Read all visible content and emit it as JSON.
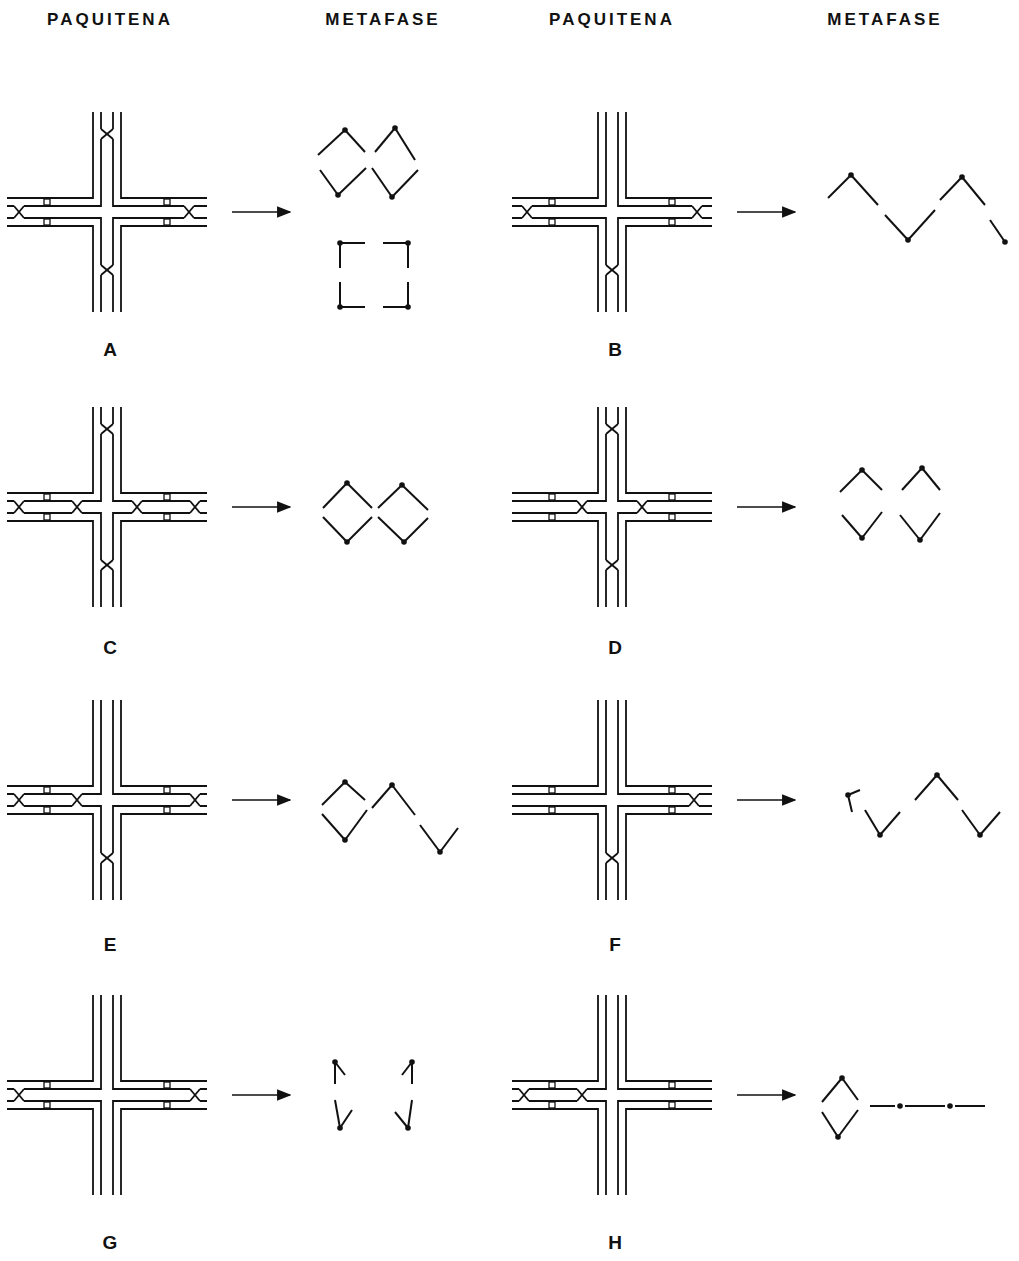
{
  "diagram": {
    "labels": [
      "PAQUITENA",
      "METAFASE",
      "PAQUITENA",
      "METAFASE",
      "A",
      "B",
      "C",
      "D",
      "E",
      "F",
      "G",
      "H"
    ]
  }
}
